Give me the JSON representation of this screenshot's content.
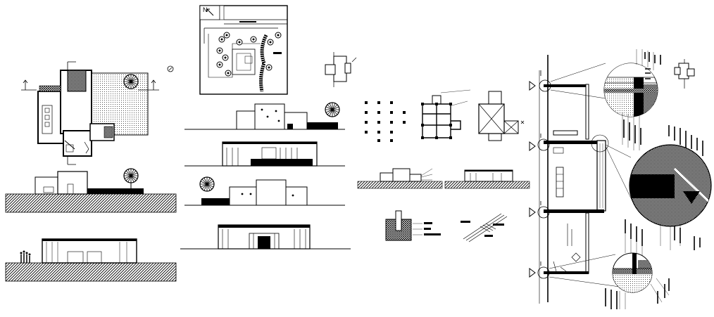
{
  "sheet": {
    "north_label": "N",
    "location_text": "",
    "drawings": [
      "site-plan",
      "floor-plan",
      "section-a",
      "section-b",
      "elevation-north",
      "elevation-front",
      "elevation-side",
      "elevation-rear",
      "column-grid",
      "foundation-plan",
      "roof-plan",
      "mini-section-1",
      "mini-section-2",
      "footing-detail",
      "flashing-detail",
      "wall-section",
      "detail-callouts"
    ]
  },
  "colors": {
    "line": "#000000",
    "background": "#ffffff",
    "hatch": "#333333"
  },
  "icons": [
    "north-arrow-icon",
    "compass-icon",
    "tree-icon",
    "people-icon",
    "car-icon"
  ]
}
